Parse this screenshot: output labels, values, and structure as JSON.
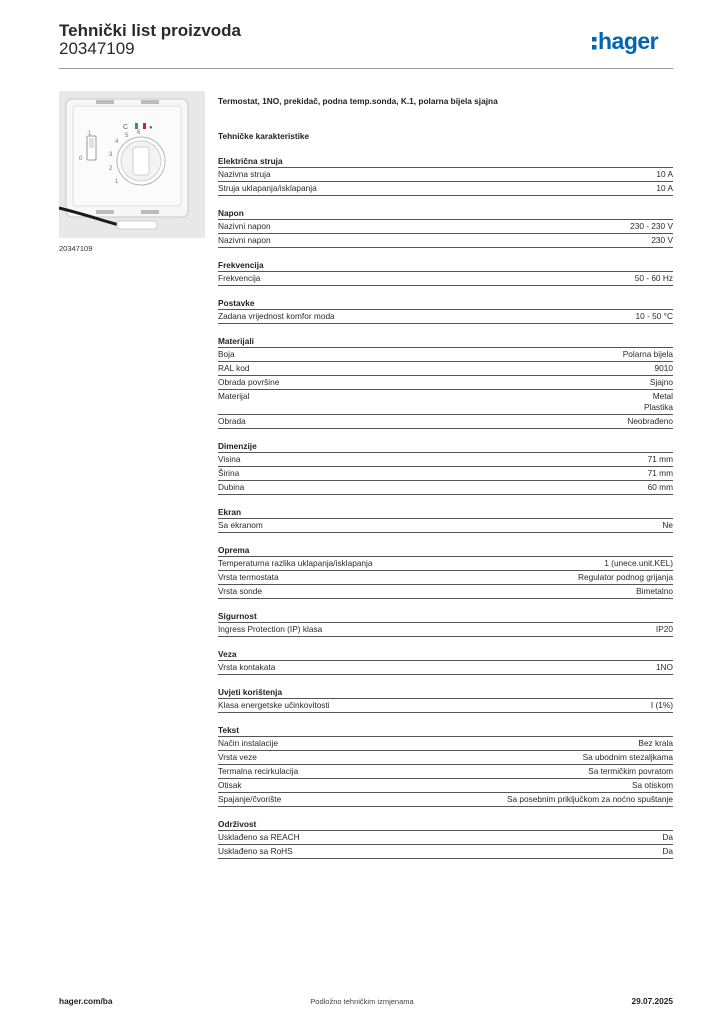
{
  "header": {
    "title": "Tehnički list proizvoda",
    "product_code": "20347109",
    "logo_text": "hager",
    "brand_color": "#0066b3"
  },
  "product": {
    "image_caption": "20347109",
    "description": "Termostat, 1NO, prekidač, podna temp.sonda, K.1, polarna bijela sjajna",
    "dial_labels": [
      "1",
      "2",
      "3",
      "4",
      "5",
      "6"
    ],
    "switch_labels": [
      "1",
      "0"
    ]
  },
  "characteristics_title": "Tehničke karakteristike",
  "sections": [
    {
      "title": "Električna struja",
      "rows": [
        {
          "label": "Nazivna struja",
          "value": "10 A"
        },
        {
          "label": "Struja uklapanja/isklapanja",
          "value": "10 A"
        }
      ]
    },
    {
      "title": "Napon",
      "rows": [
        {
          "label": "Nazivni napon",
          "value": "230 - 230 V"
        },
        {
          "label": "Nazivni napon",
          "value": "230 V"
        }
      ]
    },
    {
      "title": "Frekvencija",
      "rows": [
        {
          "label": "Frekvencija",
          "value": "50 - 60 Hz"
        }
      ]
    },
    {
      "title": "Postavke",
      "rows": [
        {
          "label": "Zadana vrijednost komfor moda",
          "value": "10 - 50 °C"
        }
      ]
    },
    {
      "title": "Materijali",
      "rows": [
        {
          "label": "Boja",
          "value": "Polarna bijela"
        },
        {
          "label": "RAL kod",
          "value": "9010"
        },
        {
          "label": "Obrada površine",
          "value": "Sjajno"
        },
        {
          "label": "Materijal",
          "value": "Metal",
          "value2": "Plastika"
        },
        {
          "label": "Obrada",
          "value": "Neobrađeno"
        }
      ]
    },
    {
      "title": "Dimenzije",
      "rows": [
        {
          "label": "Visina",
          "value": "71 mm"
        },
        {
          "label": "Širina",
          "value": "71 mm"
        },
        {
          "label": "Dubina",
          "value": "60 mm"
        }
      ]
    },
    {
      "title": "Ekran",
      "rows": [
        {
          "label": "Sa ekranom",
          "value": "Ne"
        }
      ]
    },
    {
      "title": "Oprema",
      "rows": [
        {
          "label": "Temperaturna razlika uklapanja/isklapanja",
          "value": "1 (unece.unit.KEL)"
        },
        {
          "label": "Vrsta termostata",
          "value": "Regulator podnog grijanja"
        },
        {
          "label": "Vrsta sonde",
          "value": "Bimetalno"
        }
      ]
    },
    {
      "title": "Sigurnost",
      "rows": [
        {
          "label": "Ingress Protection (IP) klasa",
          "value": "IP20"
        }
      ]
    },
    {
      "title": "Veza",
      "rows": [
        {
          "label": "Vrsta kontakata",
          "value": "1NO"
        }
      ]
    },
    {
      "title": "Uvjeti korištenja",
      "rows": [
        {
          "label": "Klasa energetske učinkovitosti",
          "value": "I (1%)"
        }
      ]
    },
    {
      "title": "Tekst",
      "rows": [
        {
          "label": "Način instalacije",
          "value": "Bez krala"
        },
        {
          "label": "Vrsta veze",
          "value": "Sa ubodnim stezaljkama"
        },
        {
          "label": "Termalna recirkulacija",
          "value": "Sa termičkim povratom"
        },
        {
          "label": "Otisak",
          "value": "Sa otiskom"
        },
        {
          "label": "Spajanje/čvorište",
          "value": "Sa posebnim priključkom za noćno spuštanje"
        }
      ]
    },
    {
      "title": "Održivost",
      "rows": [
        {
          "label": "Usklađeno sa REACH",
          "value": "Da"
        },
        {
          "label": "Usklađeno sa RoHS",
          "value": "Da"
        }
      ]
    }
  ],
  "footer": {
    "website": "hager.com/ba",
    "notice": "Podložno tehničkim izmjenama",
    "date": "29.07.2025"
  }
}
